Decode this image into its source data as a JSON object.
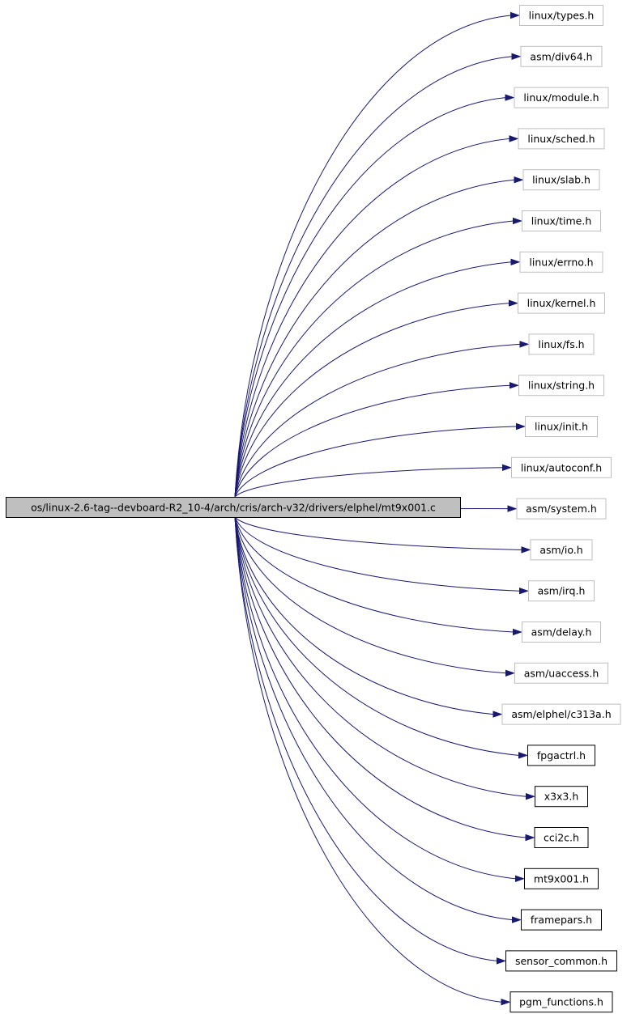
{
  "colors": {
    "edge": "#191970",
    "source_fill": "#bfbfbf",
    "external_border": "#bfbfbf",
    "local_border": "#000000"
  },
  "source": {
    "label": "os/linux-2.6-tag--devboard-R2_10-4/arch/cris/arch-v32/drivers/elphel/mt9x001.c"
  },
  "includes": [
    {
      "label": "linux/types.h",
      "kind": "external"
    },
    {
      "label": "asm/div64.h",
      "kind": "external"
    },
    {
      "label": "linux/module.h",
      "kind": "external"
    },
    {
      "label": "linux/sched.h",
      "kind": "external"
    },
    {
      "label": "linux/slab.h",
      "kind": "external"
    },
    {
      "label": "linux/time.h",
      "kind": "external"
    },
    {
      "label": "linux/errno.h",
      "kind": "external"
    },
    {
      "label": "linux/kernel.h",
      "kind": "external"
    },
    {
      "label": "linux/fs.h",
      "kind": "external"
    },
    {
      "label": "linux/string.h",
      "kind": "external"
    },
    {
      "label": "linux/init.h",
      "kind": "external"
    },
    {
      "label": "linux/autoconf.h",
      "kind": "external"
    },
    {
      "label": "asm/system.h",
      "kind": "external"
    },
    {
      "label": "asm/io.h",
      "kind": "external"
    },
    {
      "label": "asm/irq.h",
      "kind": "external"
    },
    {
      "label": "asm/delay.h",
      "kind": "external"
    },
    {
      "label": "asm/uaccess.h",
      "kind": "external"
    },
    {
      "label": "asm/elphel/c313a.h",
      "kind": "external"
    },
    {
      "label": "fpgactrl.h",
      "kind": "local"
    },
    {
      "label": "x3x3.h",
      "kind": "local"
    },
    {
      "label": "cci2c.h",
      "kind": "local"
    },
    {
      "label": "mt9x001.h",
      "kind": "local"
    },
    {
      "label": "framepars.h",
      "kind": "local"
    },
    {
      "label": "sensor_common.h",
      "kind": "local"
    },
    {
      "label": "pgm_functions.h",
      "kind": "local"
    }
  ]
}
